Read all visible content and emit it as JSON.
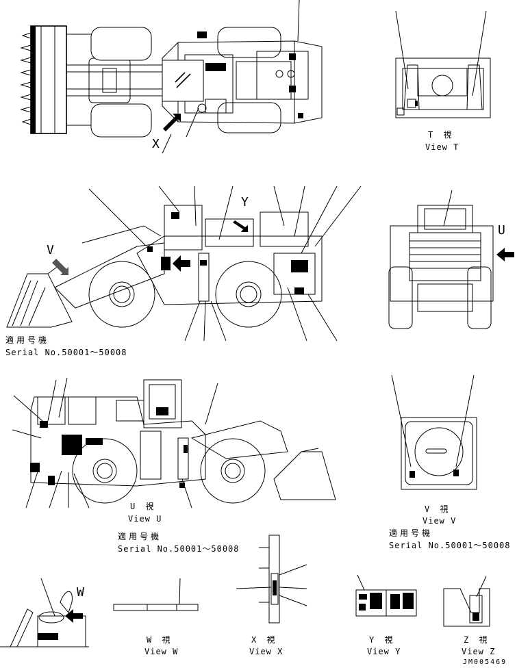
{
  "views": {
    "t": {
      "jp": "T 視",
      "en": "View T"
    },
    "u": {
      "jp": "U 視",
      "en": "View U"
    },
    "v": {
      "jp": "V 視",
      "en": "View V"
    },
    "w": {
      "jp": "W 視",
      "en": "View W"
    },
    "x": {
      "jp": "X 視",
      "en": "View X"
    },
    "y": {
      "jp": "Y 視",
      "en": "View Y"
    },
    "z": {
      "jp": "Z 視",
      "en": "View Z"
    }
  },
  "serial_notes": [
    {
      "jp": "適用号機",
      "en": "Serial No.50001～50008"
    },
    {
      "jp": "適用号機",
      "en": "Serial No.50001～50008"
    },
    {
      "jp": "適用号機",
      "en": "Serial No.50001～50008"
    }
  ],
  "callouts": {
    "x": "X",
    "y": "Y",
    "v": "V",
    "u": "U",
    "w": "W"
  },
  "drawing_code": "JM005469"
}
